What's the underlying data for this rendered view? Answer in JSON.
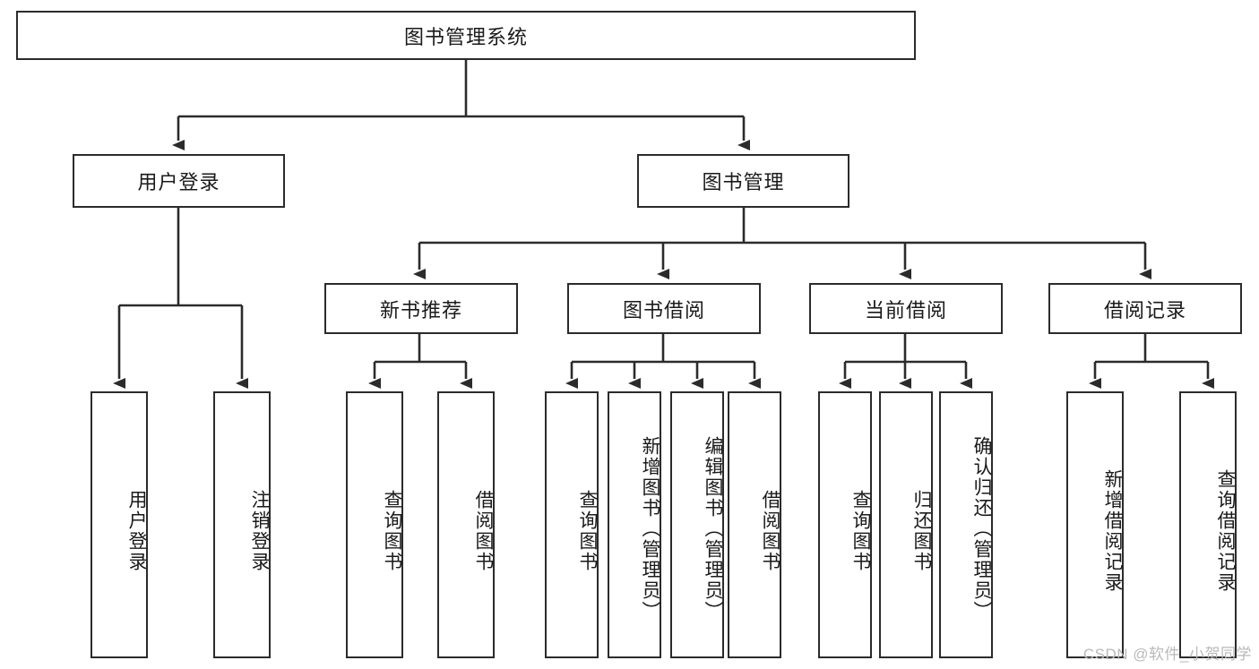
{
  "diagram": {
    "title_node": {
      "label": "图书管理系统"
    },
    "level2": [
      {
        "id": "user-login",
        "label": "用户登录"
      },
      {
        "id": "book-manage",
        "label": "图书管理"
      }
    ],
    "level3": [
      {
        "id": "new-book-recommend",
        "label": "新书推荐"
      },
      {
        "id": "book-borrow",
        "label": "图书借阅"
      },
      {
        "id": "current-borrow",
        "label": "当前借阅"
      },
      {
        "id": "borrow-record",
        "label": "借阅记录"
      }
    ],
    "leaves": {
      "user_login": [
        {
          "id": "leaf-user-login",
          "label": "用户登录"
        },
        {
          "id": "leaf-logout-login",
          "label": "注销登录"
        }
      ],
      "new_book_recommend": [
        {
          "id": "leaf-query-book-1",
          "label": "查询图书"
        },
        {
          "id": "leaf-borrow-book-1",
          "label": "借阅图书"
        }
      ],
      "book_borrow": [
        {
          "id": "leaf-query-book-2",
          "label": "查询图书"
        },
        {
          "id": "leaf-add-book",
          "label": "新增图书（管理员）"
        },
        {
          "id": "leaf-edit-book",
          "label": "编辑图书（管理员）"
        },
        {
          "id": "leaf-borrow-book-2",
          "label": "借阅图书"
        }
      ],
      "current_borrow": [
        {
          "id": "leaf-query-book-3",
          "label": "查询图书"
        },
        {
          "id": "leaf-return-book",
          "label": "归还图书"
        },
        {
          "id": "leaf-confirm-return",
          "label": "确认归还（管理员）"
        }
      ],
      "borrow_record": [
        {
          "id": "leaf-add-record",
          "label": "新增借阅记录"
        },
        {
          "id": "leaf-query-record",
          "label": "查询借阅记录"
        }
      ]
    }
  },
  "watermark": {
    "text": "CSDN @软件_小贺同学"
  },
  "colors": {
    "border": "#2b2b2b",
    "background": "#ffffff",
    "text": "#1a1a1a",
    "watermark": "#b9b9b9"
  }
}
